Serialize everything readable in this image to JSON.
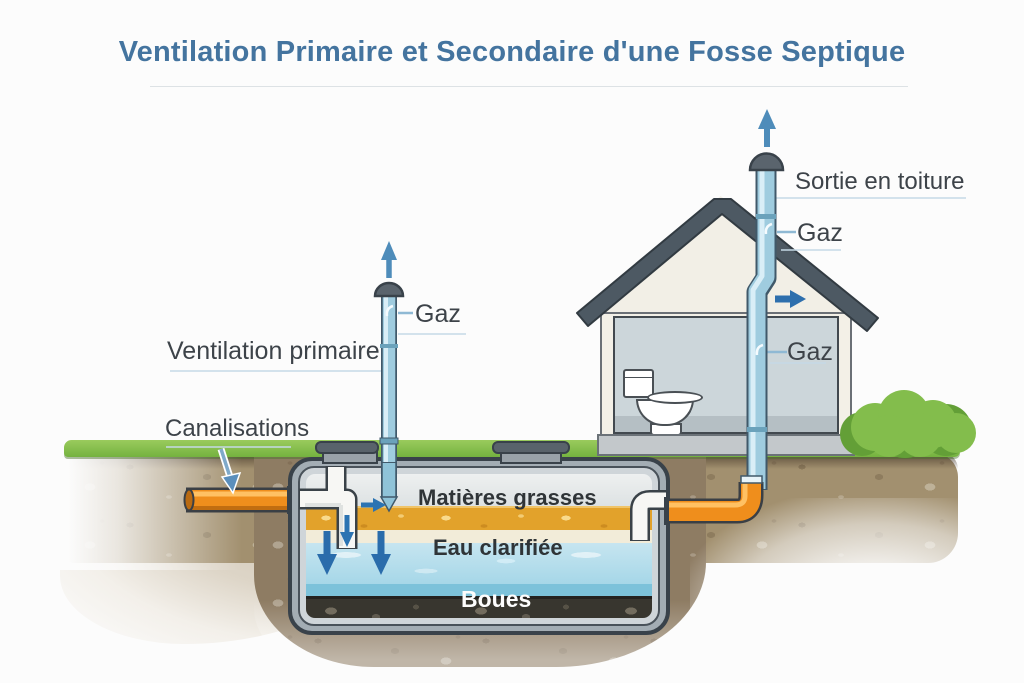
{
  "title": {
    "text": "Ventilation Primaire et Secondaire d'une Fosse Septique"
  },
  "labels": {
    "sortie_en_toiture": "Sortie en toiture",
    "gaz_roof": "Gaz",
    "gaz_attic": "Gaz",
    "gaz_vent": "Gaz",
    "ventilation_primaire": "Ventilation primaire",
    "canalisations": "Canalisations",
    "matieres_grasses": "Matières grasses",
    "eau_clarifiee": "Eau clarifiée",
    "boues": "Boues"
  },
  "colors": {
    "title_blue": "#44749f",
    "label_text": "#3d4349",
    "pipe_blue": "#9fccdf",
    "pipe_outline": "#40596a",
    "pipe_orange": "#ef8e1c",
    "arrow_blue": "#2b73b2",
    "vent_cap_gray": "#5a646d",
    "roof_slate": "#4d5963",
    "wall_cream": "#f3f0e7",
    "interior_gray": "#ccd6da",
    "grass_green": "#7cb944",
    "soil_brown": "#a2906f",
    "pit_brown": "#8e7c63",
    "tank_shell": "#a3adb4",
    "scum_orange": "#e2a22b",
    "water_blue": "#a6d7e8",
    "sludge_dark": "#38362f"
  }
}
